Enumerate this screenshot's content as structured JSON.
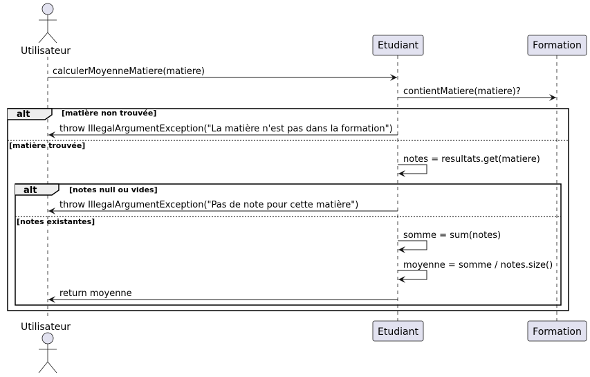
{
  "participants": {
    "actor": "Utilisateur",
    "etudiant": "Etudiant",
    "formation": "Formation"
  },
  "messages": {
    "m1": "calculerMoyenneMatiere(matiere)",
    "m2": "contientMatiere(matiere)?",
    "m3": "throw IllegalArgumentException(\"La matière n'est pas dans la formation\")",
    "m4": "notes = resultats.get(matiere)",
    "m5": "throw IllegalArgumentException(\"Pas de note pour cette matière\")",
    "m6": "somme = sum(notes)",
    "m7": "moyenne = somme / notes.size()",
    "m8": "return moyenne"
  },
  "fragments": {
    "outer": {
      "keyword": "alt",
      "guard1": "[matière non trouvée]",
      "guard2": "[matière trouvée]"
    },
    "inner": {
      "keyword": "alt",
      "guard1": "[notes null ou vides]",
      "guard2": "[notes existantes]"
    }
  },
  "colors": {
    "participant_fill": "#E2E2F0",
    "participant_stroke": "#181818",
    "lifeline": "#181818",
    "frame": "#000000"
  }
}
